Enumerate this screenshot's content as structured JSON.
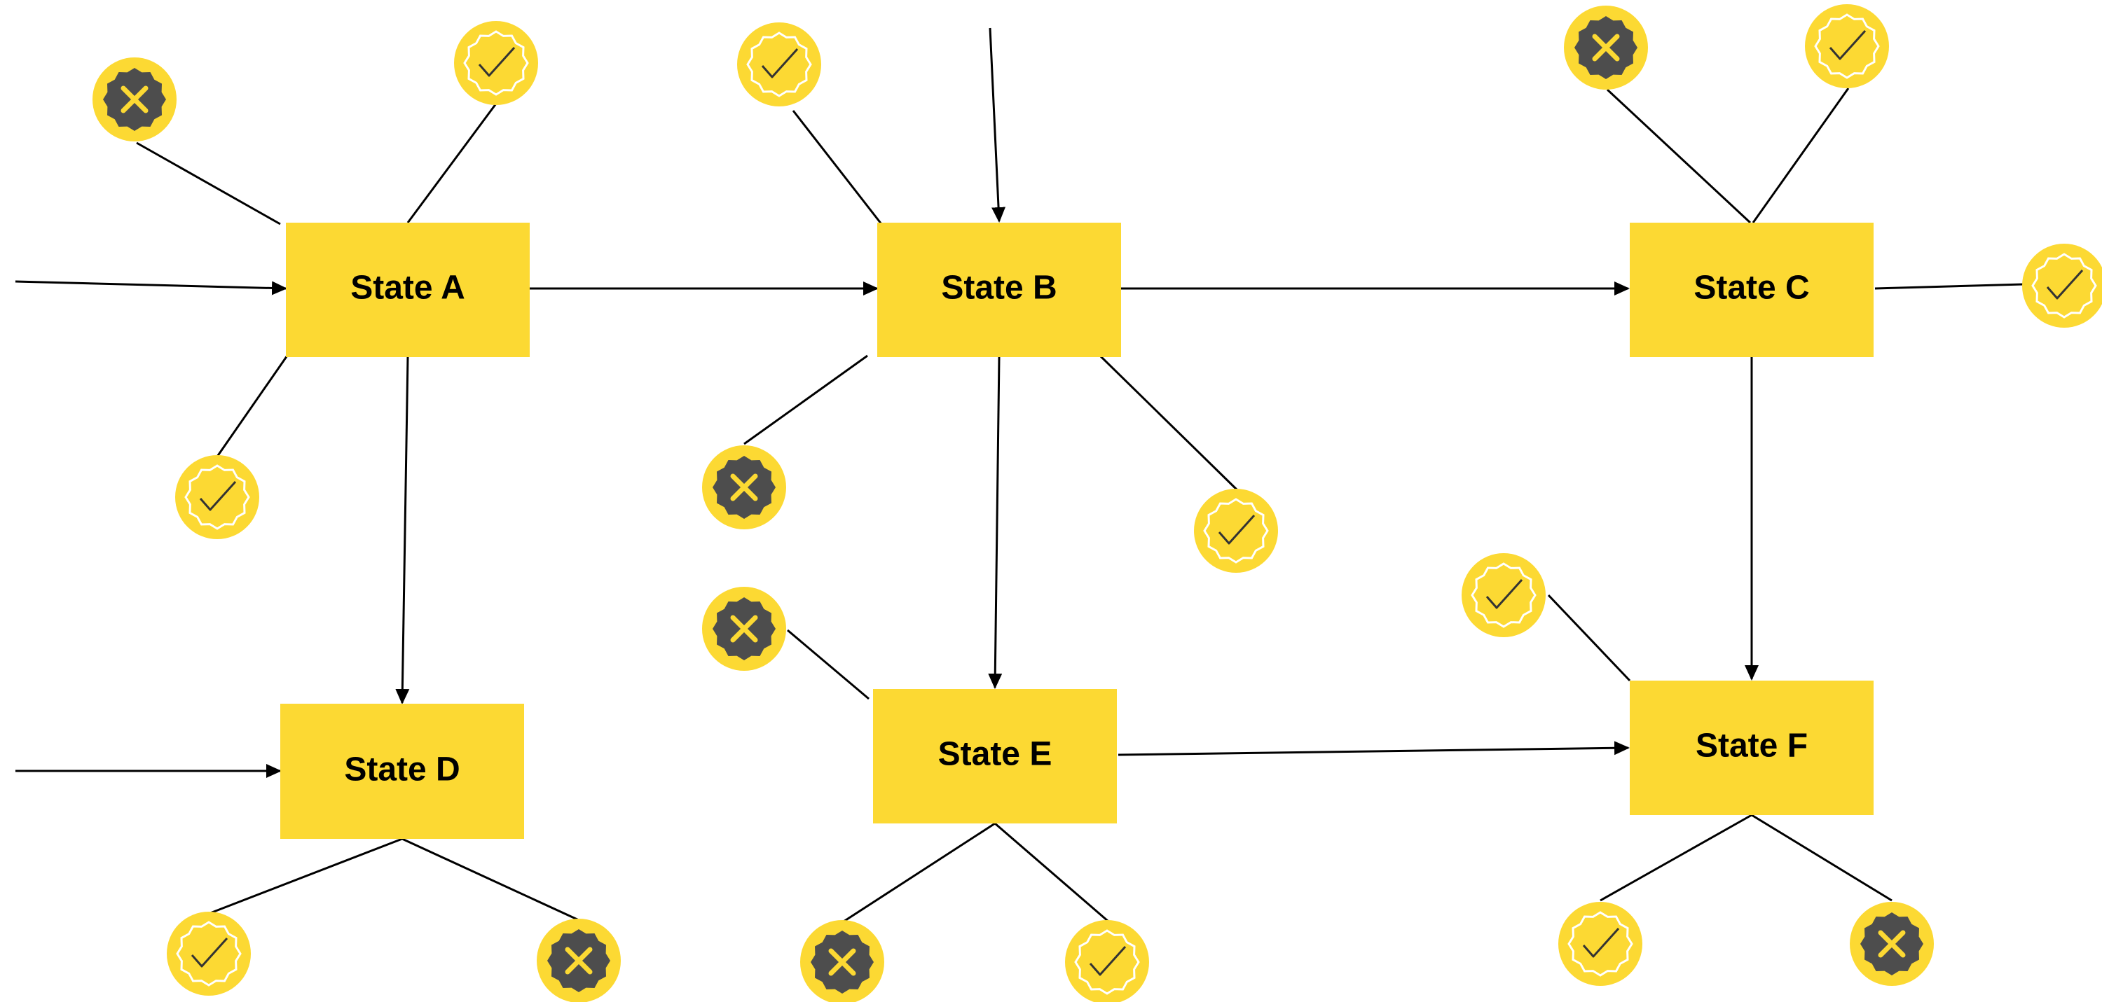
{
  "colors": {
    "state_fill": "#FCD933",
    "badge_ring": "#FCD933",
    "badge_success_inner": "#FCD933",
    "badge_error_inner": "#4D4D4D",
    "line": "#000000"
  },
  "states": [
    {
      "id": "A",
      "label": "State A"
    },
    {
      "id": "B",
      "label": "State B"
    },
    {
      "id": "C",
      "label": "State C"
    },
    {
      "id": "D",
      "label": "State D"
    },
    {
      "id": "E",
      "label": "State E"
    },
    {
      "id": "F",
      "label": "State F"
    }
  ],
  "transitions": [
    {
      "from": "entry",
      "to": "A"
    },
    {
      "from": "entry",
      "to": "B"
    },
    {
      "from": "entry",
      "to": "D"
    },
    {
      "from": "A",
      "to": "B"
    },
    {
      "from": "A",
      "to": "D"
    },
    {
      "from": "B",
      "to": "C"
    },
    {
      "from": "B",
      "to": "E"
    },
    {
      "from": "C",
      "to": "F"
    },
    {
      "from": "E",
      "to": "F"
    }
  ],
  "badges": [
    {
      "state": "A",
      "kind": "error",
      "icon": "x-icon"
    },
    {
      "state": "A",
      "kind": "success",
      "icon": "checkmark-icon"
    },
    {
      "state": "A",
      "kind": "success",
      "icon": "checkmark-icon"
    },
    {
      "state": "B",
      "kind": "success",
      "icon": "checkmark-icon"
    },
    {
      "state": "B",
      "kind": "error",
      "icon": "x-icon"
    },
    {
      "state": "B",
      "kind": "success",
      "icon": "checkmark-icon"
    },
    {
      "state": "C",
      "kind": "error",
      "icon": "x-icon"
    },
    {
      "state": "C",
      "kind": "success",
      "icon": "checkmark-icon"
    },
    {
      "state": "C",
      "kind": "success",
      "icon": "checkmark-icon"
    },
    {
      "state": "D",
      "kind": "success",
      "icon": "checkmark-icon"
    },
    {
      "state": "D",
      "kind": "error",
      "icon": "x-icon"
    },
    {
      "state": "E",
      "kind": "error",
      "icon": "x-icon"
    },
    {
      "state": "E",
      "kind": "error",
      "icon": "x-icon"
    },
    {
      "state": "E",
      "kind": "success",
      "icon": "checkmark-icon"
    },
    {
      "state": "F",
      "kind": "success",
      "icon": "checkmark-icon"
    },
    {
      "state": "F",
      "kind": "success",
      "icon": "checkmark-icon"
    },
    {
      "state": "F",
      "kind": "error",
      "icon": "x-icon"
    }
  ]
}
